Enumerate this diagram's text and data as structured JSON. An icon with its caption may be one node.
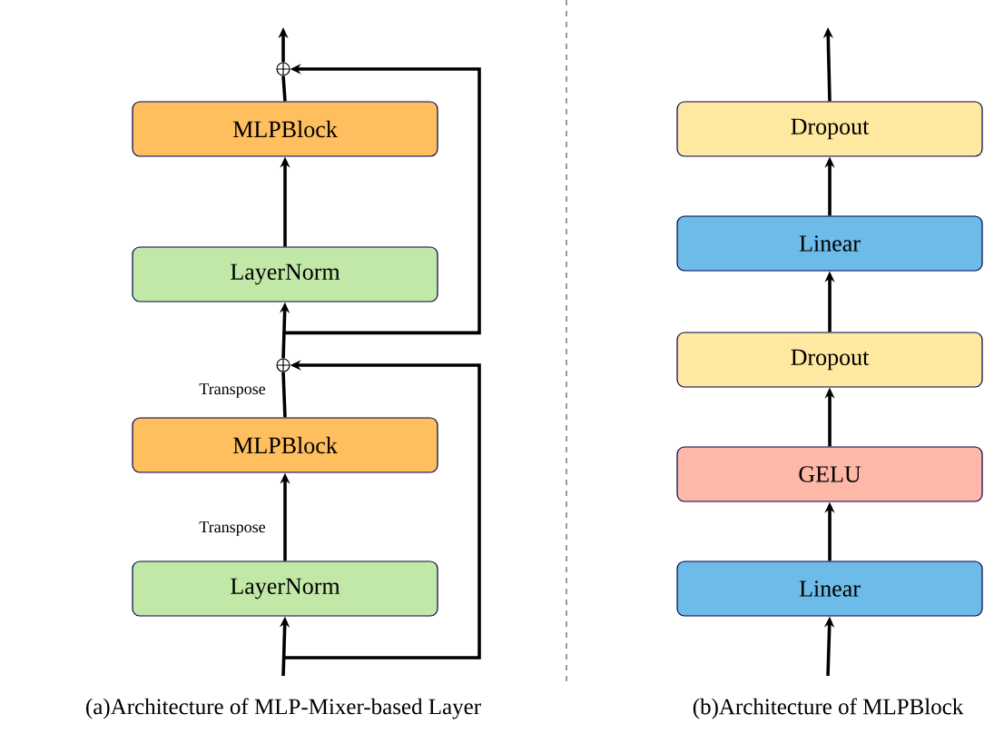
{
  "diagram": {
    "nodes": [
      {
        "text": [
          "MLPBlock"
        ]
      },
      {
        "text": [
          "LayerNorm"
        ]
      },
      {
        "text": [],
        "shape": "circle"
      },
      {
        "text": [],
        "shape": "circle"
      },
      {
        "text": [
          "MLPBlock"
        ]
      },
      {
        "text": [
          "LayerNorm"
        ]
      },
      {
        "text": [
          "Dropout"
        ]
      },
      {
        "text": [
          "Linear"
        ]
      },
      {
        "text": [
          "Dropout"
        ]
      },
      {
        "text": [
          "GELU"
        ]
      },
      {
        "text": [
          "Linear"
        ]
      }
    ],
    "edges": [
      {
        "from": 2,
        "to": null,
        "arrow": "to"
      },
      {
        "from": 0,
        "to": 2,
        "arrow": "none"
      },
      {
        "from": 1,
        "to": 0,
        "arrow": "to"
      },
      {
        "from": 3,
        "to": 1,
        "arrow": "to"
      },
      {
        "from": 3,
        "to": 2,
        "arrow": "to"
      },
      {
        "from": 4,
        "to": 3,
        "arrow": "none",
        "label": "Transpose"
      },
      {
        "from": 5,
        "to": 4,
        "arrow": "to",
        "label": "Transpose"
      },
      {
        "from": null,
        "to": 5,
        "arrow": "to"
      },
      {
        "from": null,
        "to": 3,
        "arrow": "to"
      },
      {
        "from": null,
        "to": 10,
        "arrow": "to"
      },
      {
        "from": 10,
        "to": 9,
        "arrow": "to"
      },
      {
        "from": 9,
        "to": 8,
        "arrow": "to"
      },
      {
        "from": 8,
        "to": 7,
        "arrow": "to"
      },
      {
        "from": 7,
        "to": 6,
        "arrow": "to"
      },
      {
        "from": 6,
        "to": null,
        "arrow": "to"
      }
    ],
    "labels": [
      "(a)Architecture of MLP-Mixer-based Layer",
      "(b)Architecture of MLPBlock"
    ]
  }
}
